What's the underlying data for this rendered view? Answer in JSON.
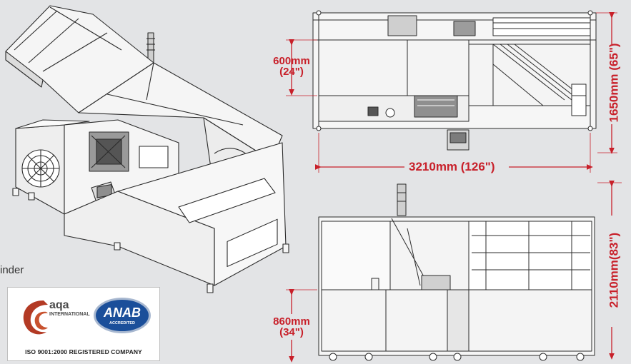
{
  "drawing": {
    "labels": {
      "top_height": "600mm",
      "top_height_in": "(24\")",
      "length": "3210mm (126\")",
      "right_top": "1650mm (65\")",
      "infeed_height": "860mm",
      "infeed_height_in": "(34\")",
      "right_bottom": "2110mm(83\")"
    },
    "side_note": "inder",
    "colors": {
      "dimension": "#c8202a",
      "line": "#2b2b2b",
      "panel": "#f4f4f4",
      "background": "#e3e4e6"
    }
  },
  "certification": {
    "org_name": "aqa",
    "org_sub": "INTERNATIONAL",
    "accreditor": "ANAB",
    "accreditor_sub": "ACCREDITED",
    "caption": "ISO 9001:2000 REGISTERED COMPANY",
    "colors": {
      "swirl": "#b33a24",
      "badge": "#1b4f9a"
    }
  }
}
